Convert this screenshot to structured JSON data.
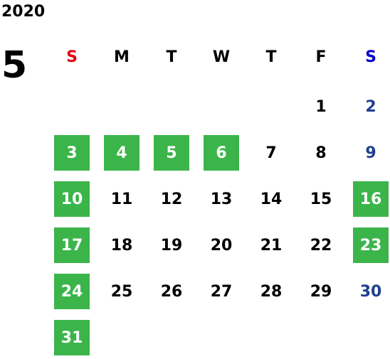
{
  "calendar": {
    "year": "2020",
    "month": "5",
    "weekdays": [
      {
        "label": "S",
        "color": "#e60012"
      },
      {
        "label": "M",
        "color": "#000000"
      },
      {
        "label": "T",
        "color": "#000000"
      },
      {
        "label": "W",
        "color": "#000000"
      },
      {
        "label": "T",
        "color": "#000000"
      },
      {
        "label": "F",
        "color": "#000000"
      },
      {
        "label": "S",
        "color": "#0000cc"
      }
    ],
    "first_weekday_index": 5,
    "days": [
      {
        "day": "1"
      },
      {
        "day": "2"
      },
      {
        "day": "3",
        "holiday": true
      },
      {
        "day": "4",
        "holiday": true
      },
      {
        "day": "5",
        "holiday": true
      },
      {
        "day": "6",
        "holiday": true
      },
      {
        "day": "7"
      },
      {
        "day": "8"
      },
      {
        "day": "9"
      },
      {
        "day": "10",
        "holiday": true
      },
      {
        "day": "11"
      },
      {
        "day": "12"
      },
      {
        "day": "13"
      },
      {
        "day": "14"
      },
      {
        "day": "15"
      },
      {
        "day": "16",
        "holiday": true
      },
      {
        "day": "17",
        "holiday": true
      },
      {
        "day": "18"
      },
      {
        "day": "19"
      },
      {
        "day": "20"
      },
      {
        "day": "21"
      },
      {
        "day": "22"
      },
      {
        "day": "23",
        "holiday": true
      },
      {
        "day": "24",
        "holiday": true
      },
      {
        "day": "25"
      },
      {
        "day": "26"
      },
      {
        "day": "27"
      },
      {
        "day": "28"
      },
      {
        "day": "29"
      },
      {
        "day": "30"
      },
      {
        "day": "31",
        "holiday": true
      }
    ],
    "colors": {
      "holiday_bg": "#3bb54a",
      "holiday_text": "#ffffff",
      "saturday_text": "#1f3f8f",
      "default_text": "#000000"
    }
  }
}
